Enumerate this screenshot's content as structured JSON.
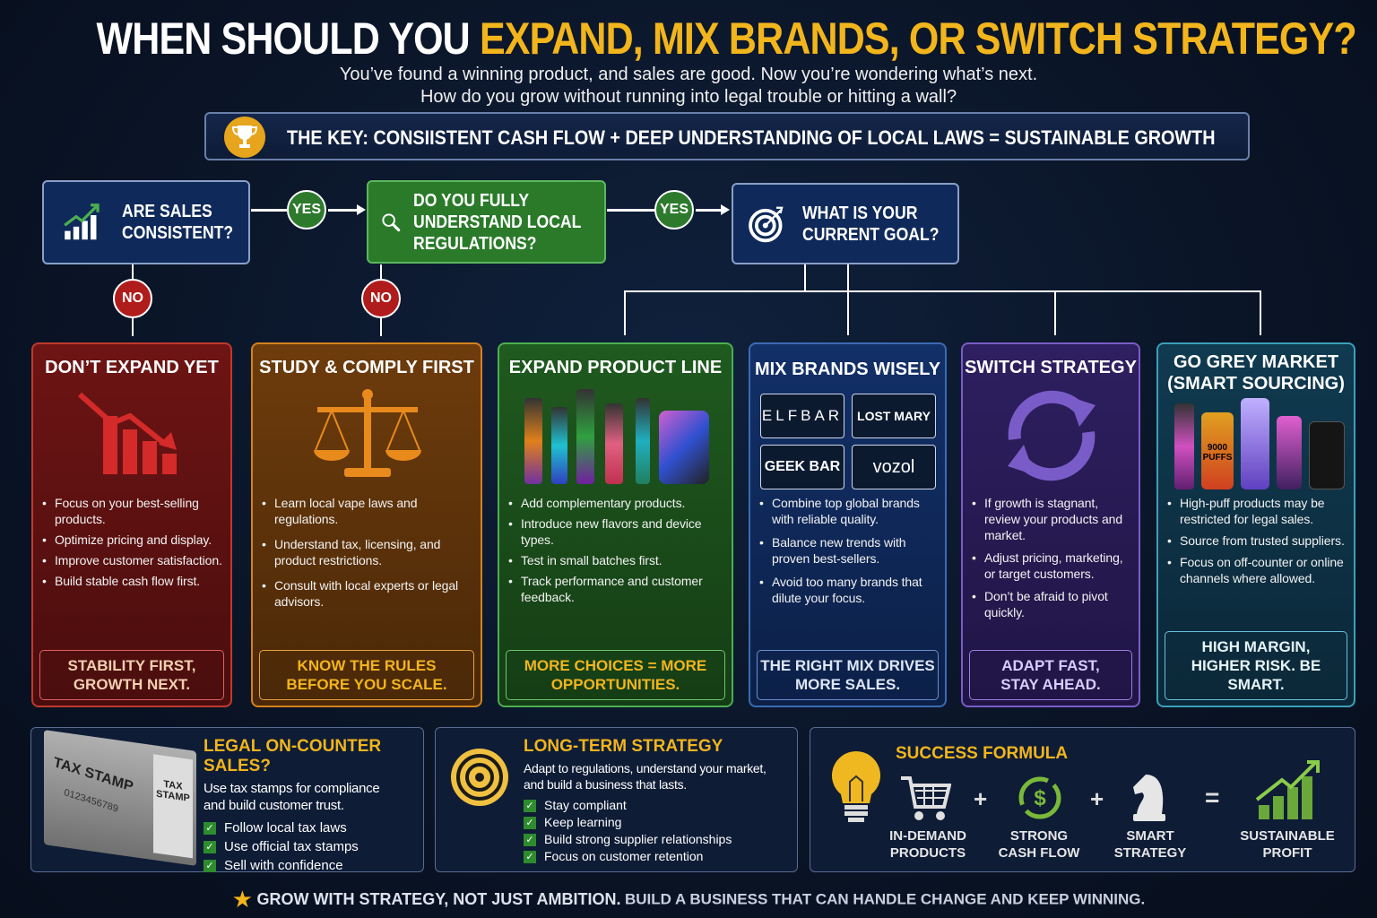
{
  "header": {
    "title_white": "WHEN SHOULD YOU",
    "title_yellow": "EXPAND, MIX BRANDS, OR SWITCH STRATEGY?",
    "subtitle_1": "You’ve found a winning product, and sales are good. Now you’re wondering what’s next.",
    "subtitle_2": "How do you grow without running into legal trouble or hitting a wall?"
  },
  "key": {
    "text": "THE KEY: CONSIISTENT CASH FLOW + DEEP UNDERSTANDING OF LOCAL LAWS = SUSTAINABLE GROWTH",
    "icon": "trophy-icon"
  },
  "flow": {
    "q1": {
      "line1": "ARE SALES",
      "line2": "CONSISTENT?"
    },
    "q2": {
      "line1": "DO YOU FULLY",
      "line2": "UNDERSTAND LOCAL",
      "line3": "REGULATIONS?"
    },
    "q3": {
      "line1": "WHAT IS YOUR",
      "line2": "CURRENT GOAL?"
    },
    "yes": "YES",
    "no": "NO"
  },
  "cards": [
    {
      "title": "DON’T EXPAND YET",
      "bullets": [
        "Focus on your best-selling products.",
        "Optimize pricing and display.",
        "Improve customer satisfaction.",
        "Build stable cash flow first."
      ],
      "footer_1": "STABILITY FIRST,",
      "footer_2": "GROWTH NEXT.",
      "color": "#c0392b"
    },
    {
      "title": "STUDY & COMPLY FIRST",
      "bullets": [
        "Learn local vape laws and regulations.",
        "Understand tax, licensing, and product restrictions.",
        "Consult with local experts or legal advisors."
      ],
      "footer_1": "KNOW THE RULES",
      "footer_2": "BEFORE YOU SCALE.",
      "color": "#d4821c"
    },
    {
      "title": "EXPAND PRODUCT LINE",
      "bullets": [
        "Add complementary products.",
        "Introduce new flavors and device types.",
        "Test in small batches first.",
        "Track performance and customer feedback."
      ],
      "footer_1": "MORE CHOICES = MORE",
      "footer_2": "OPPORTUNITIES.",
      "color": "#4caf50"
    },
    {
      "title": "MIX BRANDS WISELY",
      "brands": [
        "ELFBAR",
        "LOST MARY",
        "GEEK BAR",
        "VOZOL"
      ],
      "bullets": [
        "Combine top global brands with reliable quality.",
        "Balance new trends with proven best-sellers.",
        "Avoid too many brands that dilute your focus."
      ],
      "footer_1": "THE RIGHT MIX DRIVES",
      "footer_2": "MORE SALES.",
      "color": "#3b6bb5"
    },
    {
      "title": "SWITCH STRATEGY",
      "bullets": [
        "If growth is stagnant, review your products and market.",
        "Adjust pricing, marketing, or target customers.",
        "Don’t be afraid to pivot quickly."
      ],
      "footer_1": "ADAPT FAST,",
      "footer_2": "STAY AHEAD.",
      "color": "#7a5cc8"
    },
    {
      "title_1": "GO GREY MARKET",
      "title_2": "(SMART SOURCING)",
      "device_label": "9000 PUFFS",
      "bullets": [
        "High-puff products may be restricted for legal sales.",
        "Source from trusted suppliers.",
        "Focus on off-counter or online channels where allowed."
      ],
      "footer_1": "HIGH MARGIN,",
      "footer_2": "HIGHER RISK. BE SMART.",
      "color": "#3aa0b8"
    }
  ],
  "legal": {
    "title": "LEGAL ON-COUNTER SALES?",
    "desc_1": "Use tax stamps for compliance",
    "desc_2": "and build customer trust.",
    "checks": [
      "Follow local tax laws",
      "Use official tax stamps",
      "Sell with confidence"
    ],
    "stamp_text": "TAX STAMP",
    "stamp_number": "0123456789",
    "stamp_side": "TAX STAMP"
  },
  "longterm": {
    "title": "LONG-TERM STRATEGY",
    "desc_1": "Adapt to regulations, understand your market,",
    "desc_2": "and build a business that lasts.",
    "checks": [
      "Stay compliant",
      "Keep learning",
      "Build strong supplier relationships",
      "Focus on customer retention"
    ]
  },
  "formula": {
    "title": "SUCCESS FORMULA",
    "items": [
      {
        "l1": "IN-DEMAND",
        "l2": "PRODUCTS"
      },
      {
        "l1": "STRONG",
        "l2": "CASH FLOW"
      },
      {
        "l1": "SMART",
        "l2": "STRATEGY"
      },
      {
        "l1": "SUSTAINABLE",
        "l2": "PROFIT"
      }
    ],
    "plus": "+",
    "equals": "="
  },
  "footer": {
    "bold": "GROW WITH STRATEGY, NOT JUST AMBITION.",
    "rest": "BUILD A BUSINESS THAT CAN HANDLE CHANGE AND KEEP WINNING."
  },
  "colors": {
    "accent": "#f2b51c",
    "background": "#0a1426",
    "yes": "#2d7a2d",
    "no": "#b01c1c"
  }
}
